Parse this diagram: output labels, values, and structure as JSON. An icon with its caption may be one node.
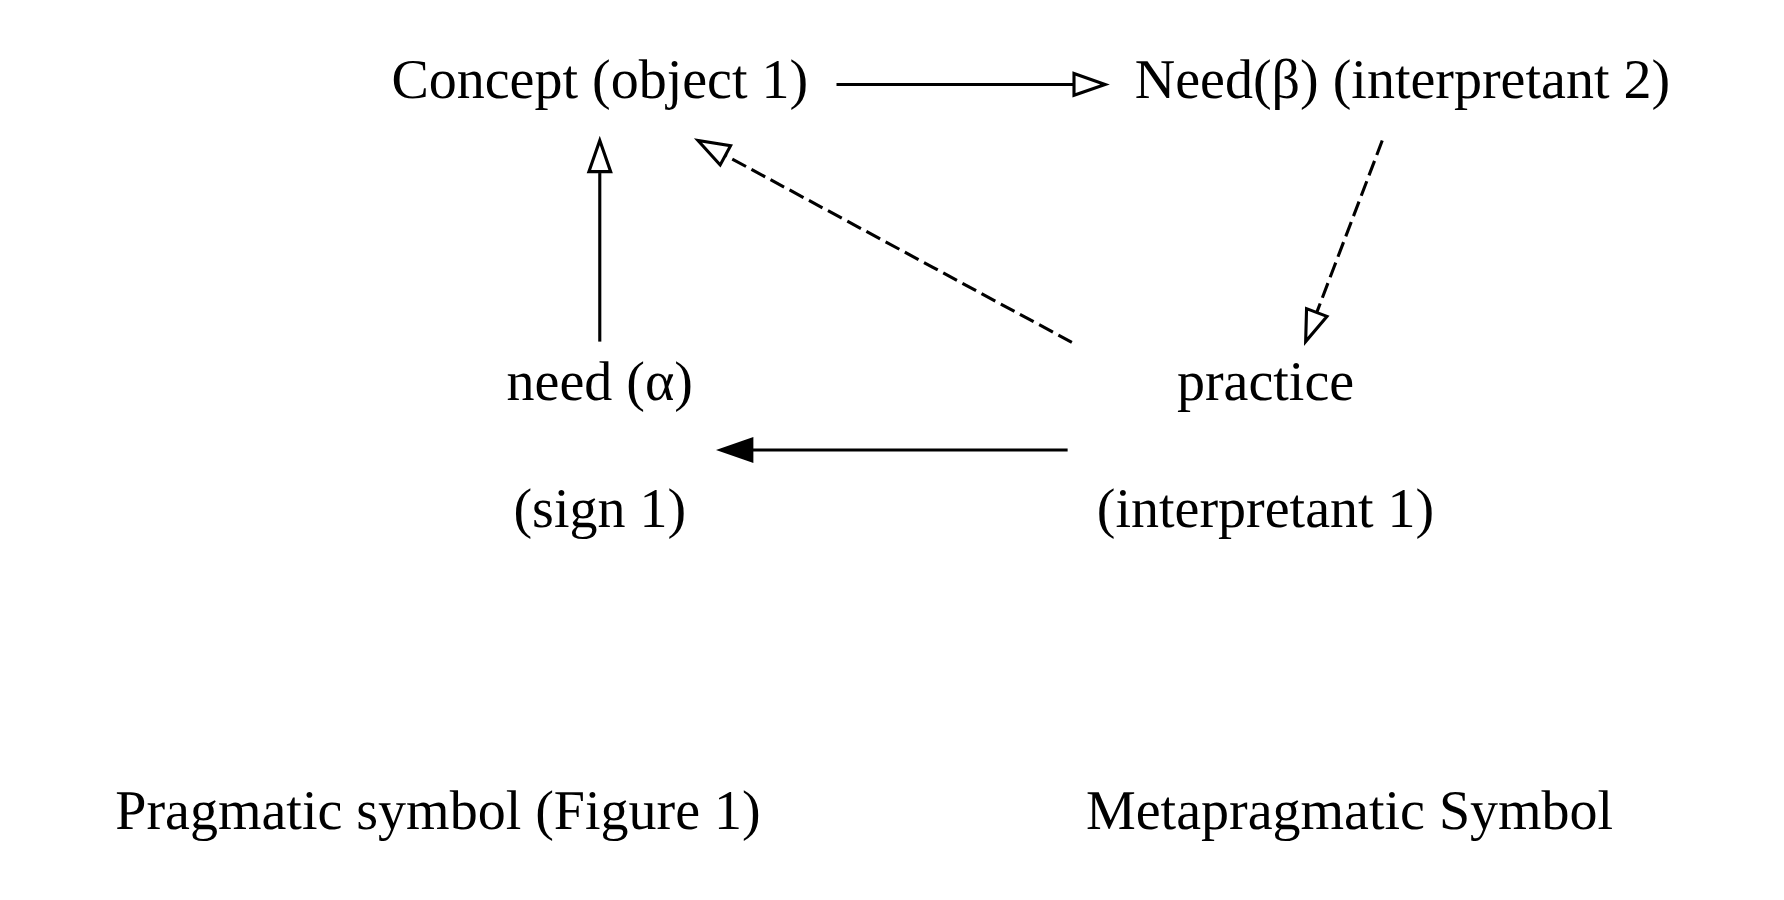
{
  "diagram": {
    "nodes": [
      {
        "text": [
          "Concept (object 1)"
        ]
      },
      {
        "text": [
          "Need(β) (interpretant 2)"
        ]
      },
      {
        "text": [
          "need (α)",
          "(sign 1)"
        ]
      },
      {
        "text": [
          "practice",
          "(interpretant 1)"
        ]
      }
    ],
    "edges": [
      {
        "from": 0,
        "to": 1,
        "arrow": "to"
      },
      {
        "from": 1,
        "to": 3,
        "arrow": "to",
        "style": "dashed"
      },
      {
        "from": 3,
        "to": 0,
        "arrow": "to",
        "style": "dashed"
      },
      {
        "from": 2,
        "to": 0,
        "arrow": "to"
      },
      {
        "from": 3,
        "to": 2,
        "arrow": "to"
      }
    ],
    "labels": [
      "Pragmatic symbol (Figure 1)",
      "Metapragmatic Symbol"
    ]
  }
}
